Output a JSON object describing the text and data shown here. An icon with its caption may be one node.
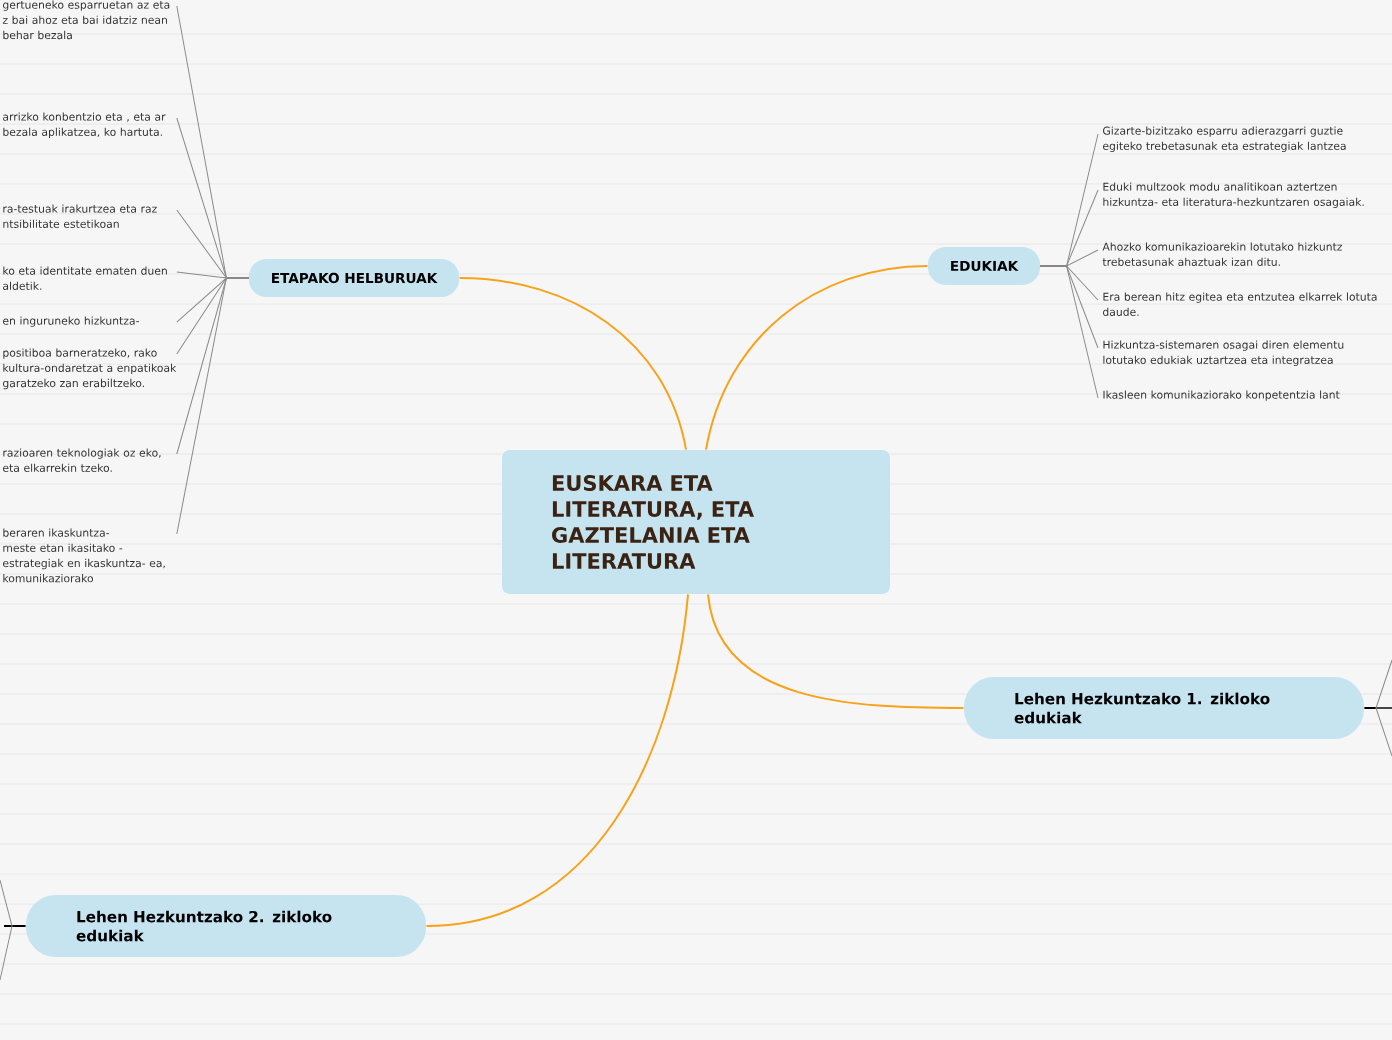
{
  "diagram": {
    "nodes": [
      {
        "text": [
          "EUSKARA ETA LITERATURA, ETA GAZTELANIA ETA LITERATURA"
        ]
      },
      {
        "text": [
          "ETAPAKO HELBURUAK"
        ]
      },
      {
        "text": [
          "gertueneko esparruetan az eta z bai ahoz eta bai idatziz nean behar bezala"
        ]
      },
      {
        "text": [
          "arrizko konbentzio eta , eta ar bezala aplikatzea, ko hartuta."
        ]
      },
      {
        "text": [
          "ra-testuak irakurtzea eta raz ntsibilitate estetikoan"
        ]
      },
      {
        "text": [
          "ko eta identitate ematen duen aldetik."
        ]
      },
      {
        "text": [
          "en inguruneko hizkuntza-"
        ]
      },
      {
        "text": [
          "positiboa barneratzeko, rako kultura-ondaretzat a enpatikoak garatzeko zan erabiltzeko."
        ]
      },
      {
        "text": [
          "razioaren teknologiak oz eko, eta elkarrekin tzeko."
        ]
      },
      {
        "text": [
          "beraren ikaskuntza- meste etan ikasitako -estrategiak en ikaskuntza- ea, komunikaziorako"
        ]
      },
      {
        "text": [
          "EDUKIAK"
        ]
      },
      {
        "text": [
          "Gizarte-bizitzako esparru adierazgarri guztie egiteko trebetasunak eta estrategiak lantzea"
        ]
      },
      {
        "text": [
          "Eduki multzook modu analitikoan aztertzen hizkuntza- eta literatura-hezkuntzaren osagaiak."
        ]
      },
      {
        "text": [
          "Ahozko komunikazioarekin lotutako hizkuntz trebetasunak ahaztuak izan ditu."
        ]
      },
      {
        "text": [
          "Era berean hitz egitea eta entzutea elkarrek lotuta daude."
        ]
      },
      {
        "text": [
          "Hizkuntza-sistemaren osagai diren elementu lotutako edukiak uztartzea eta integratzea"
        ]
      },
      {
        "text": [
          "Ikasleen komunikaziorako konpetentzia lant"
        ]
      },
      {
        "text": [
          "Lehen Hezkuntzako 1. zikloko edukiak"
        ]
      },
      {
        "text": [
          "Lehen Hezkuntzako 2. zikloko edukiak"
        ]
      }
    ],
    "edges": [
      {
        "from": 0,
        "to": 1,
        "arrow": "none",
        "color": "#f7a21b"
      },
      {
        "from": 0,
        "to": 10,
        "arrow": "none",
        "color": "#f7a21b"
      },
      {
        "from": 0,
        "to": 17,
        "arrow": "none",
        "color": "#f7a21b"
      },
      {
        "from": 0,
        "to": 18,
        "arrow": "none",
        "color": "#f7a21b"
      },
      {
        "from": 1,
        "to": 2,
        "arrow": "none"
      },
      {
        "from": 1,
        "to": 3,
        "arrow": "none"
      },
      {
        "from": 1,
        "to": 4,
        "arrow": "none"
      },
      {
        "from": 1,
        "to": 5,
        "arrow": "none"
      },
      {
        "from": 1,
        "to": 6,
        "arrow": "none"
      },
      {
        "from": 1,
        "to": 7,
        "arrow": "none"
      },
      {
        "from": 1,
        "to": 8,
        "arrow": "none"
      },
      {
        "from": 1,
        "to": 9,
        "arrow": "none"
      },
      {
        "from": 10,
        "to": 11,
        "arrow": "none"
      },
      {
        "from": 10,
        "to": 12,
        "arrow": "none"
      },
      {
        "from": 10,
        "to": 13,
        "arrow": "none"
      },
      {
        "from": 10,
        "to": 14,
        "arrow": "none"
      },
      {
        "from": 10,
        "to": 15,
        "arrow": "none"
      },
      {
        "from": 10,
        "to": 16,
        "arrow": "none"
      }
    ]
  }
}
